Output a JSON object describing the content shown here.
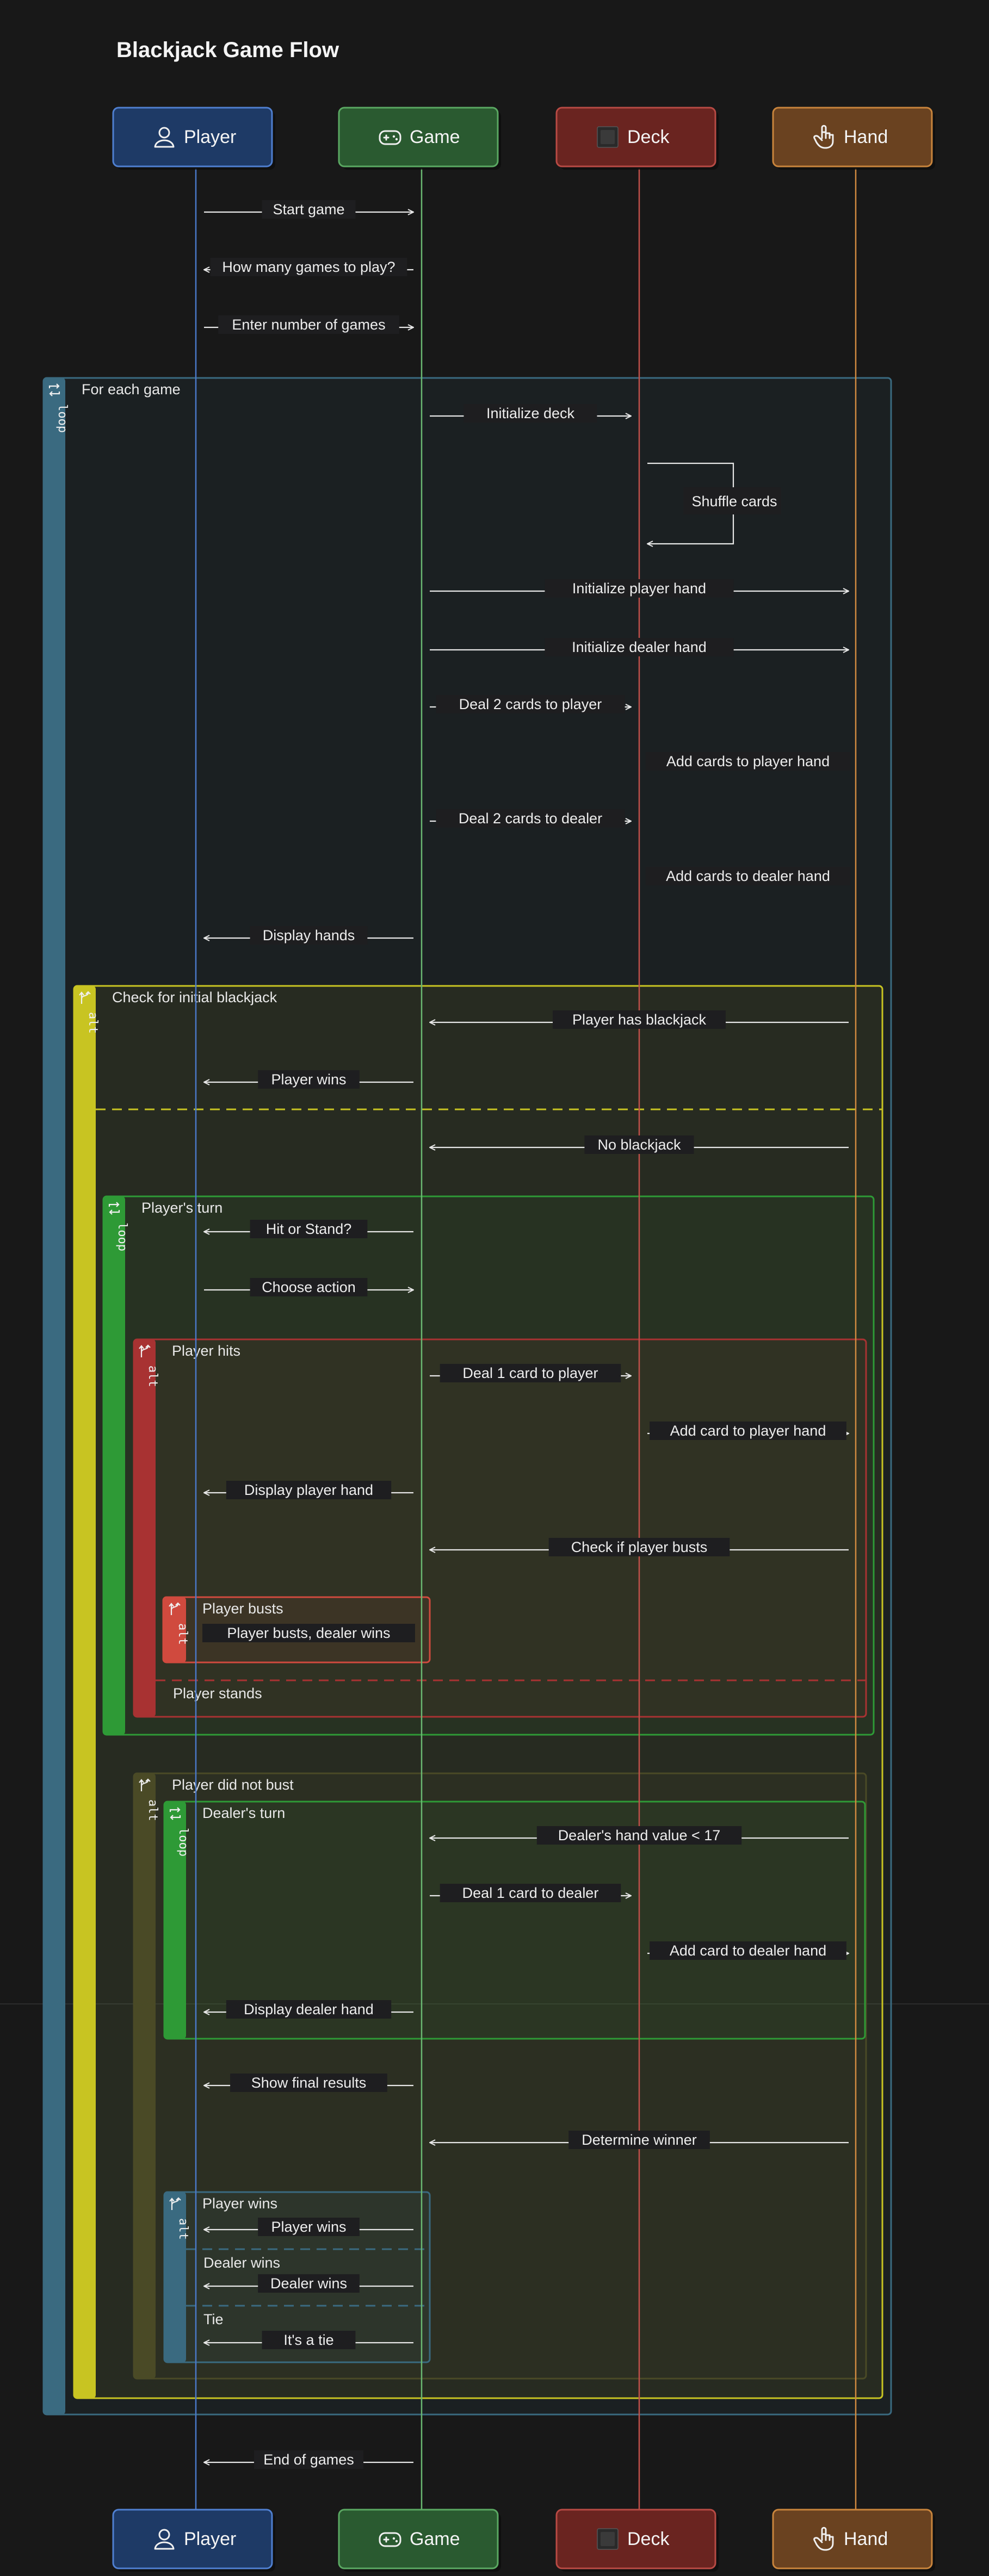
{
  "title": "Blackjack Game Flow",
  "participants": [
    {
      "id": "player",
      "label": "Player",
      "icon": "user-icon",
      "fill": "#1e3a66",
      "stroke": "#4f7fd0",
      "line": "#4a78c8"
    },
    {
      "id": "game",
      "label": "Game",
      "icon": "gamepad-icon",
      "fill": "#2a5a30",
      "stroke": "#5aa862",
      "line": "#6ab872"
    },
    {
      "id": "deck",
      "label": "Deck",
      "icon": "card-deck-icon",
      "fill": "#6a2420",
      "stroke": "#b84a44",
      "line": "#c0504a"
    },
    {
      "id": "hand",
      "label": "Hand",
      "icon": "hand-icon",
      "fill": "#6a4220",
      "stroke": "#c8843c",
      "line": "#d08a40"
    }
  ],
  "messages": [
    {
      "from": "player",
      "to": "game",
      "label": "Start game"
    },
    {
      "from": "game",
      "to": "player",
      "label": "How many games to play?"
    },
    {
      "from": "player",
      "to": "game",
      "label": "Enter number of games"
    },
    {
      "from": "game",
      "to": "deck",
      "label": "Initialize deck"
    },
    {
      "from": "deck",
      "to": "deck",
      "label": "Shuffle cards"
    },
    {
      "from": "game",
      "to": "hand",
      "label": "Initialize player hand"
    },
    {
      "from": "game",
      "to": "hand",
      "label": "Initialize dealer hand"
    },
    {
      "from": "game",
      "to": "deck",
      "label": "Deal 2 cards to player"
    },
    {
      "from": "deck",
      "to": "hand",
      "label": "Add cards to player hand"
    },
    {
      "from": "game",
      "to": "deck",
      "label": "Deal 2 cards to dealer"
    },
    {
      "from": "deck",
      "to": "hand",
      "label": "Add cards to dealer hand"
    },
    {
      "from": "game",
      "to": "player",
      "label": "Display hands"
    },
    {
      "from": "hand",
      "to": "game",
      "label": "Player has blackjack"
    },
    {
      "from": "game",
      "to": "player",
      "label": "Player wins"
    },
    {
      "from": "hand",
      "to": "game",
      "label": "No blackjack"
    },
    {
      "from": "game",
      "to": "player",
      "label": "Hit or Stand?"
    },
    {
      "from": "player",
      "to": "game",
      "label": "Choose action"
    },
    {
      "from": "game",
      "to": "deck",
      "label": "Deal 1 card to player"
    },
    {
      "from": "deck",
      "to": "hand",
      "label": "Add card to player hand"
    },
    {
      "from": "game",
      "to": "player",
      "label": "Display player hand"
    },
    {
      "from": "hand",
      "to": "game",
      "label": "Check if player busts"
    },
    {
      "from": "game",
      "to": "player",
      "label": "Player busts, dealer wins"
    },
    {
      "from": "hand",
      "to": "game",
      "label": "Dealer's hand value < 17"
    },
    {
      "from": "game",
      "to": "deck",
      "label": "Deal 1 card to dealer"
    },
    {
      "from": "deck",
      "to": "hand",
      "label": "Add card to dealer hand"
    },
    {
      "from": "game",
      "to": "player",
      "label": "Display dealer hand"
    },
    {
      "from": "game",
      "to": "player",
      "label": "Show final results"
    },
    {
      "from": "hand",
      "to": "game",
      "label": "Determine winner"
    },
    {
      "from": "game",
      "to": "player",
      "label": "Player wins"
    },
    {
      "from": "game",
      "to": "player",
      "label": "Dealer wins"
    },
    {
      "from": "game",
      "to": "player",
      "label": "It's a tie"
    },
    {
      "from": "game",
      "to": "player",
      "label": "End of games"
    }
  ],
  "fragments": [
    {
      "kind": "loop",
      "label": "For each game",
      "color": "#3a6a80"
    },
    {
      "kind": "alt",
      "label": "Check for initial blackjack",
      "color": "#c8c422"
    },
    {
      "kind": "loop",
      "label": "Player's turn",
      "color": "#2e9a36"
    },
    {
      "kind": "alt",
      "label": "Player hits",
      "color": "#a83232"
    },
    {
      "kind": "alt",
      "label": "Player busts",
      "color": "#d04a3e"
    },
    {
      "kind": "alt",
      "label": "Player did not bust",
      "color": "#4a4a26"
    },
    {
      "kind": "loop",
      "label": "Dealer's turn",
      "color": "#2e9a36"
    },
    {
      "kind": "alt",
      "label": "Player wins",
      "color": "#3a6a80"
    }
  ],
  "else_labels": [
    "Player stands",
    "Dealer wins",
    "Tie"
  ]
}
